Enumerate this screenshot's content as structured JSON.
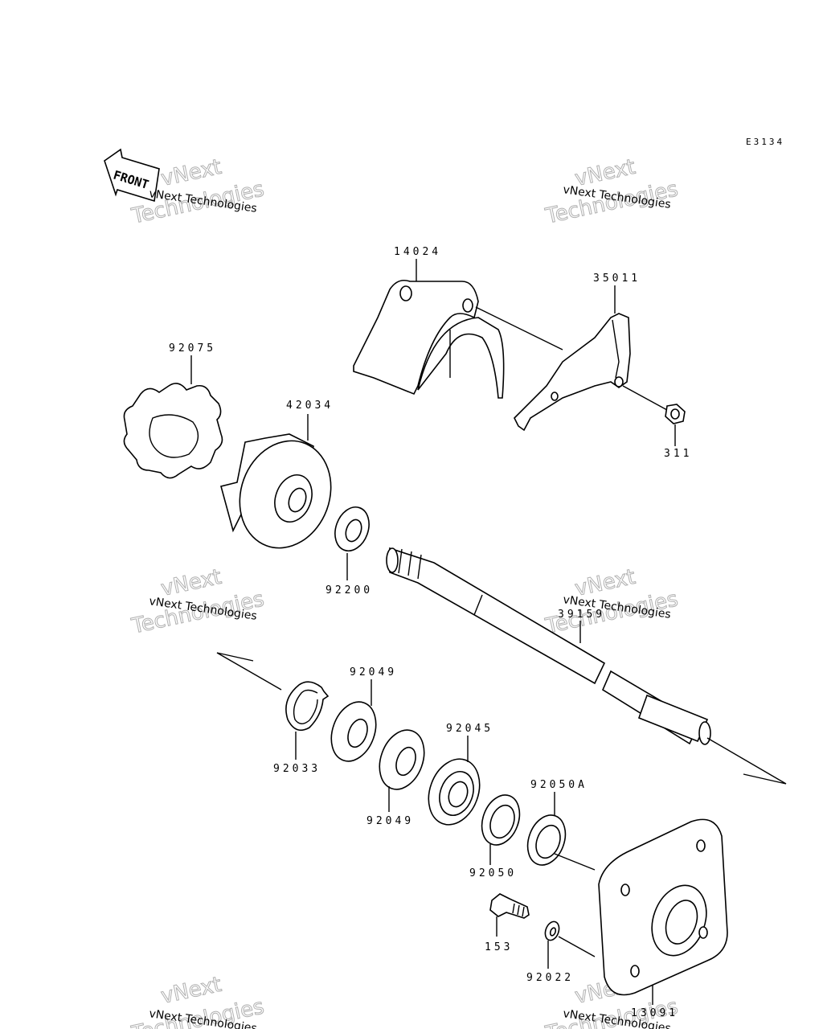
{
  "diagram_code": "E3134",
  "front_label": "FRONT",
  "watermark": {
    "small": "vNext Technologies",
    "big_line1": "vNext",
    "big_line2": "Technologies"
  },
  "parts": {
    "p14024": "14024",
    "p35011": "35011",
    "p92075": "92075",
    "p42034": "42034",
    "p311": "311",
    "p92200": "92200",
    "p39159": "39159",
    "p92049a": "92049",
    "p92033": "92033",
    "p92049b": "92049",
    "p92045": "92045",
    "p92050A": "92050A",
    "p92050": "92050",
    "p153": "153",
    "p92022": "92022",
    "p13091": "13091"
  }
}
